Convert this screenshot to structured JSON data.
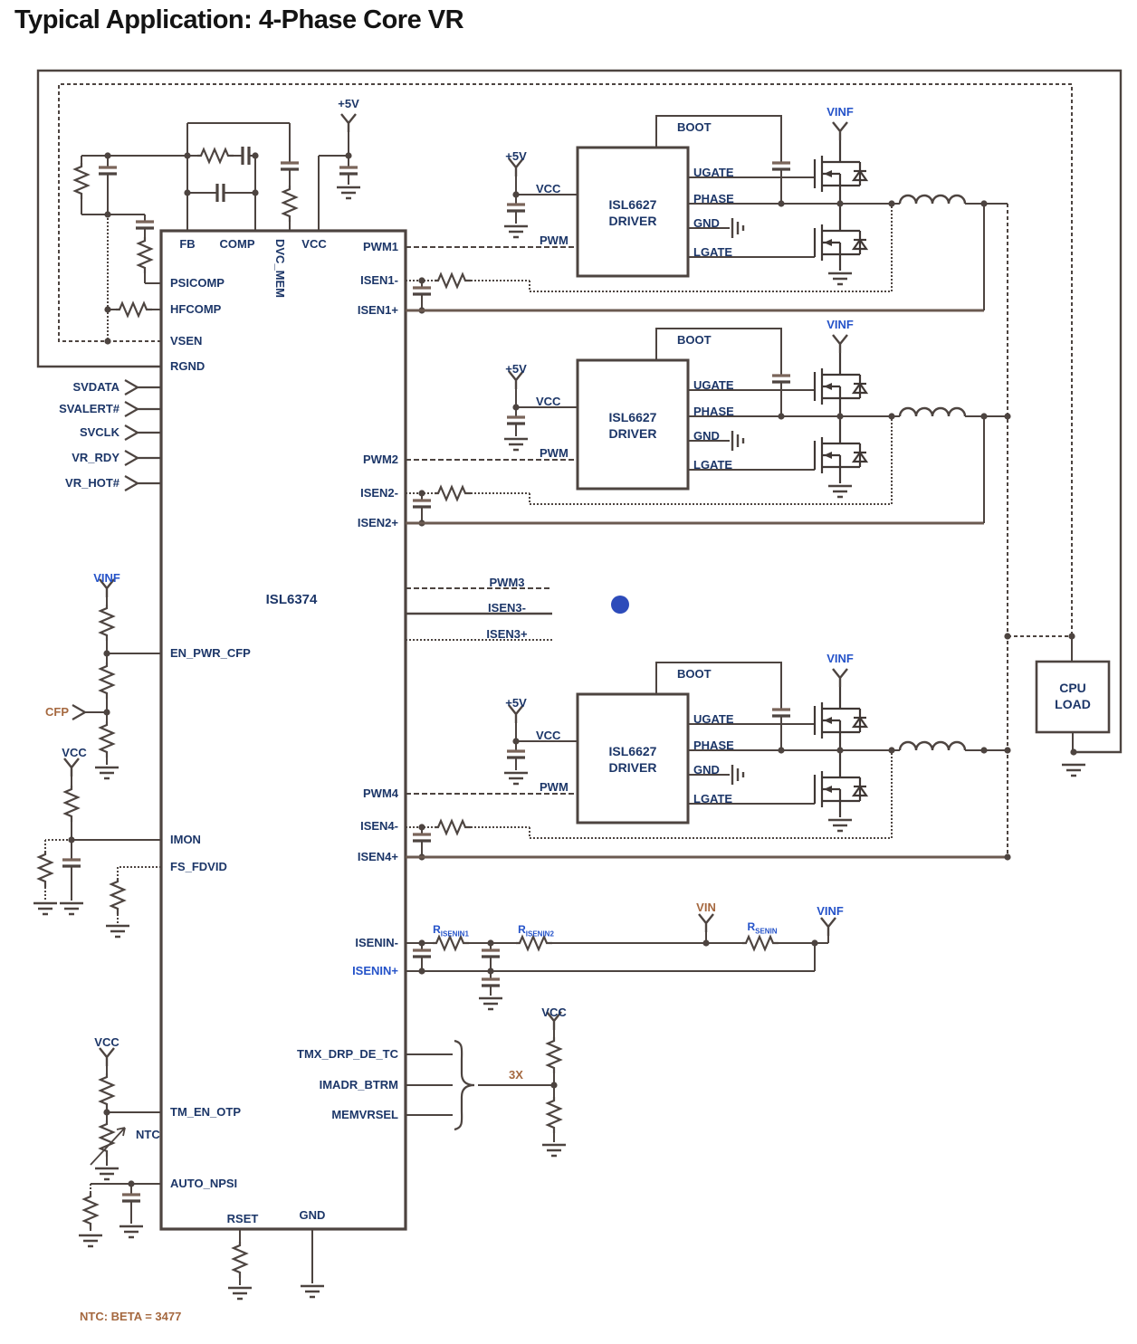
{
  "title": "Typical Application: 4-Phase Core VR",
  "colors": {
    "wire": "#4d4440",
    "label_navy": "#1c3668",
    "label_blue": "#2553c9",
    "label_brown": "#a5683f",
    "phase_dot": "#2d4bba"
  },
  "main_ic": {
    "name": "ISL6374",
    "top_pins": {
      "fb": "FB",
      "comp": "COMP",
      "dvc_mem": "DVC_MEM",
      "vcc": "VCC"
    },
    "left_pins": {
      "psicomp": "PSICOMP",
      "hfcomp": "HFCOMP",
      "vsen": "VSEN",
      "rgnd": "RGND",
      "en_pwr_cfp": "EN_PWR_CFP",
      "imon": "IMON",
      "fs_fdvid": "FS_FDVID",
      "tm_en_otp": "TM_EN_OTP",
      "auto_npsi": "AUTO_NPSI"
    },
    "left_inputs": {
      "svdata": "SVDATA",
      "svalert": "SVALERT#",
      "svclk": "SVCLK",
      "vr_rdy": "VR_RDY",
      "vr_hot": "VR_HOT#"
    },
    "right_pins": {
      "pwm1": "PWM1",
      "isen1m": "ISEN1-",
      "isen1p": "ISEN1+",
      "pwm2": "PWM2",
      "isen2m": "ISEN2-",
      "isen2p": "ISEN2+",
      "pwm3": "PWM3",
      "isen3m": "ISEN3-",
      "isen3p": "ISEN3+",
      "pwm4": "PWM4",
      "isen4m": "ISEN4-",
      "isen4p": "ISEN4+",
      "iseninm": "ISENIN-",
      "iseninp": "ISENIN+",
      "tmx": "TMX_DRP_DE_TC",
      "imadr": "IMADR_BTRM",
      "memvrsel": "MEMVRSEL"
    },
    "bottom_pins": {
      "rset": "RSET",
      "gnd": "GND"
    }
  },
  "driver": {
    "part_line1": "ISL6627",
    "part_line2": "DRIVER",
    "plus5v": "+5V",
    "vcc": "VCC",
    "pwm": "PWM",
    "boot": "BOOT",
    "ugate": "UGATE",
    "phase": "PHASE",
    "gnd": "GND",
    "lgate": "LGATE",
    "vinf": "VINF"
  },
  "cpu_load": {
    "line1": "CPU",
    "line2": "LOAD"
  },
  "supplies": {
    "vinf": "VINF",
    "vcc": "VCC",
    "vin": "VIN",
    "cfp": "CFP",
    "plus5v": "+5V"
  },
  "resistors": {
    "r_isenin1": {
      "base": "R",
      "sub": "ISENIN1"
    },
    "r_isenin2": {
      "base": "R",
      "sub": "ISENIN2"
    },
    "r_senin": {
      "base": "R",
      "sub": "SENIN"
    }
  },
  "annotations": {
    "three_x": "3X",
    "ntc": "NTC",
    "ntc_note": "NTC: BETA = 3477"
  }
}
